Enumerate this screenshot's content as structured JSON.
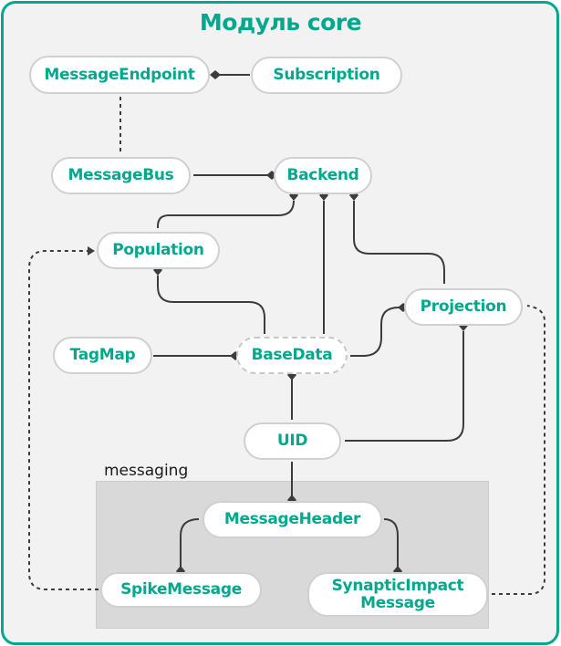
{
  "diagram": {
    "title": "Модуль core",
    "accent_color": "#00a88e",
    "package": {
      "label": "messaging"
    },
    "nodes": {
      "message_endpoint": "MessageEndpoint",
      "subscription": "Subscription",
      "message_bus": "MessageBus",
      "backend": "Backend",
      "population": "Population",
      "projection": "Projection",
      "tag_map": "TagMap",
      "base_data": "BaseData",
      "uid": "UID",
      "message_header": "MessageHeader",
      "spike_message": "SpikeMessage",
      "synaptic_impact_message": "SynapticImpact\nMessage"
    },
    "edges": [
      {
        "from": "Subscription",
        "to": "MessageEndpoint",
        "type": "composition"
      },
      {
        "from": "MessageEndpoint",
        "to": "MessageBus",
        "type": "dotted"
      },
      {
        "from": "MessageBus",
        "to": "Backend",
        "type": "composition"
      },
      {
        "from": "Population",
        "to": "Backend",
        "type": "composition"
      },
      {
        "from": "BaseData",
        "to": "Backend",
        "type": "composition"
      },
      {
        "from": "Projection",
        "to": "Backend",
        "type": "composition"
      },
      {
        "from": "BaseData",
        "to": "Population",
        "type": "composition"
      },
      {
        "from": "TagMap",
        "to": "BaseData",
        "type": "composition"
      },
      {
        "from": "BaseData",
        "to": "Projection",
        "type": "composition"
      },
      {
        "from": "UID",
        "to": "BaseData",
        "type": "composition"
      },
      {
        "from": "UID",
        "to": "Projection",
        "type": "composition"
      },
      {
        "from": "UID",
        "to": "MessageHeader",
        "type": "composition"
      },
      {
        "from": "MessageHeader",
        "to": "SpikeMessage",
        "type": "composition"
      },
      {
        "from": "MessageHeader",
        "to": "SynapticImpactMessage",
        "type": "composition"
      },
      {
        "from": "SpikeMessage",
        "to": "Population",
        "type": "dotted-arrow"
      },
      {
        "from": "SynapticImpactMessage",
        "to": "Projection",
        "type": "dotted"
      }
    ]
  }
}
